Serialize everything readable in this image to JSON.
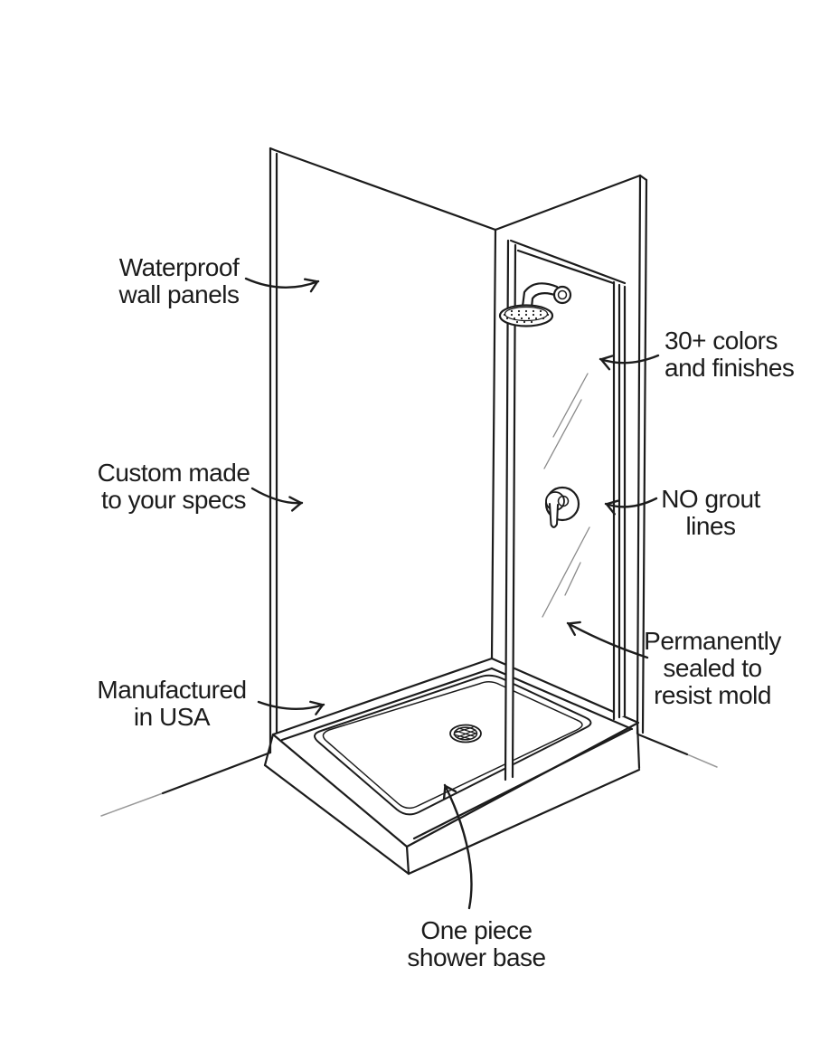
{
  "theme": {
    "background": "#ffffff",
    "ink": "#1c1c1c",
    "glass_reflection": "#8a8a8a"
  },
  "diagram": {
    "labels": {
      "waterproof": "Waterproof\nwall panels",
      "custom_made": "Custom made\nto your specs",
      "manufactured": "Manufactured\nin USA",
      "colors_finishes": "30+ colors\nand finishes",
      "no_grout": "NO grout\nlines",
      "sealed": "Permanently\nsealed to\nresist mold",
      "one_piece_base": "One piece\nshower base"
    }
  }
}
